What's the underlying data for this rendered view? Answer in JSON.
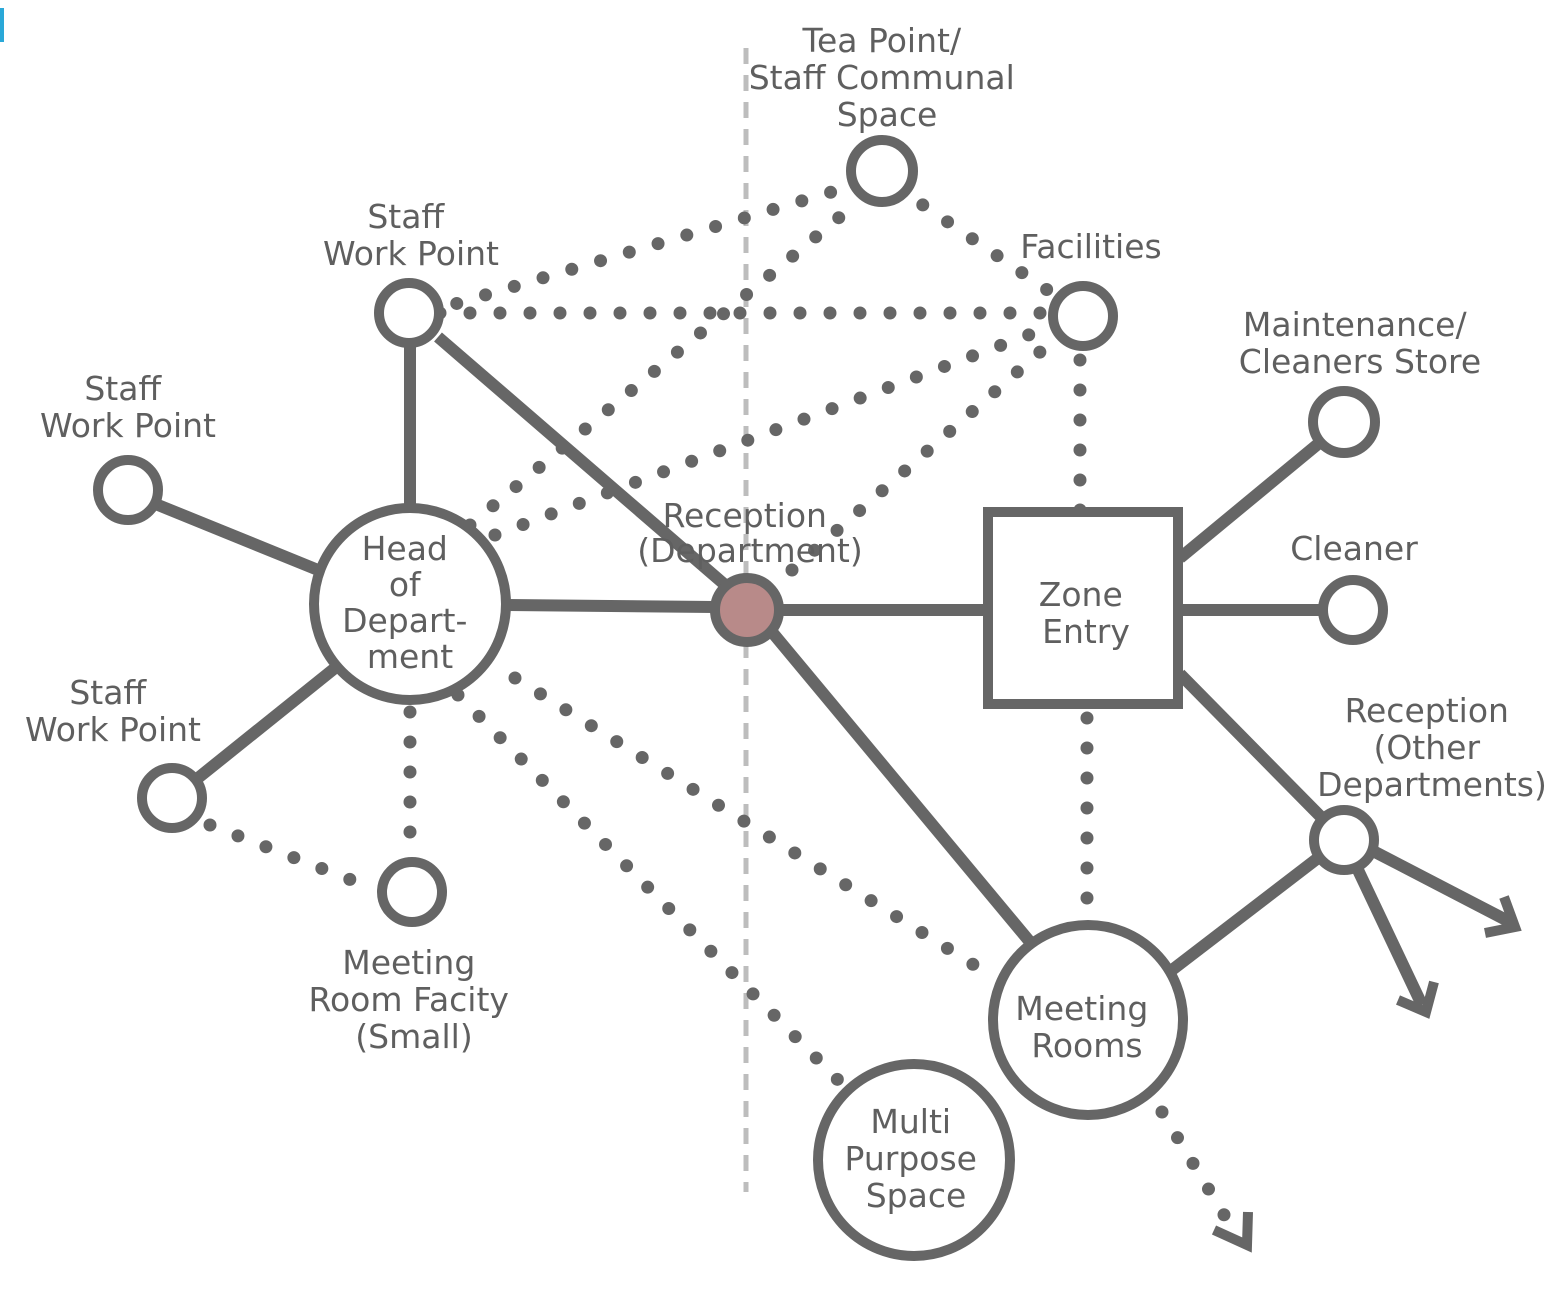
{
  "diagram": {
    "colors": {
      "stroke": "#666666",
      "text": "#5f5f5f",
      "reception_dept_fill": "#b88a89",
      "divider": "#bdbdbd"
    },
    "nodes": {
      "tea_point": [
        "Tea Point/",
        "Staff Communal",
        "Space"
      ],
      "staff_top": [
        "Staff",
        "Work Point"
      ],
      "staff_left": [
        "Staff",
        "Work Point"
      ],
      "staff_bottom": [
        "Staff",
        "Work Point"
      ],
      "facilities": [
        "Facilities"
      ],
      "maintenance": [
        "Maintenance/",
        "Cleaners Store"
      ],
      "reception_dept": [
        "Reception",
        "(Department)"
      ],
      "head": [
        "Head",
        "of",
        "Depart-",
        "ment"
      ],
      "zone_entry": [
        "Zone",
        "Entry"
      ],
      "cleaner": [
        "Cleaner"
      ],
      "reception_other": [
        "Reception",
        "(Other",
        "Departments)"
      ],
      "meeting_small": [
        "Meeting",
        "Room Facity",
        "(Small)"
      ],
      "meeting_rooms": [
        "Meeting",
        "Rooms"
      ],
      "multi_purpose": [
        "Multi",
        "Purpose",
        "Space"
      ]
    }
  }
}
